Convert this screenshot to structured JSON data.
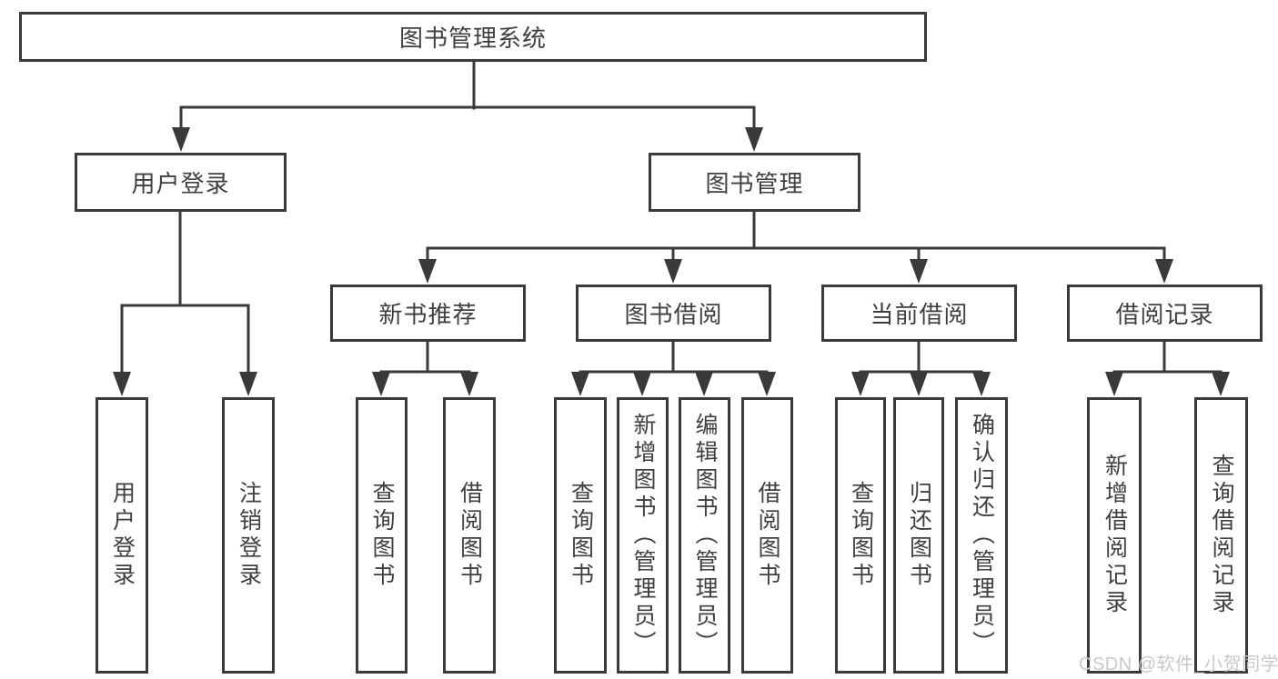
{
  "tree": {
    "root": {
      "label": "图书管理系统"
    },
    "branches": [
      {
        "label": "用户登录",
        "children": [
          {
            "label": "用户登录"
          },
          {
            "label": "注销登录"
          }
        ]
      },
      {
        "label": "图书管理",
        "children": [
          {
            "label": "新书推荐",
            "children": [
              {
                "label": "查询图书"
              },
              {
                "label": "借阅图书"
              }
            ]
          },
          {
            "label": "图书借阅",
            "children": [
              {
                "label": "查询图书"
              },
              {
                "label": "新增图书（管理员）"
              },
              {
                "label": "编辑图书（管理员）"
              },
              {
                "label": "借阅图书"
              }
            ]
          },
          {
            "label": "当前借阅",
            "children": [
              {
                "label": "查询图书"
              },
              {
                "label": "归还图书"
              },
              {
                "label": "确认归还（管理员）"
              }
            ]
          },
          {
            "label": "借阅记录",
            "children": [
              {
                "label": "新增借阅记录"
              },
              {
                "label": "查询借阅记录"
              }
            ]
          }
        ]
      }
    ]
  },
  "watermark": {
    "text": "CSDN @软件_小贺同学"
  },
  "colors": {
    "line": "#3a3a3a",
    "text": "#3f3f3f",
    "background": "#ffffff",
    "watermark": "#c9c9c9"
  }
}
